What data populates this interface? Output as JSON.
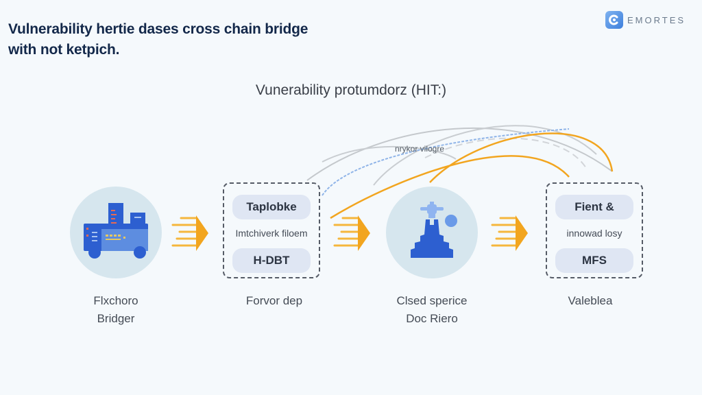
{
  "header": {
    "headline_line1": "Vulnerability hertie dases cross chain bridge",
    "headline_line2": "with not ketpich.",
    "brand_name": "EMORTES",
    "brand_icon": "c-logo-icon"
  },
  "diagram": {
    "title": "Vunerability protumdorz (HIT:)",
    "links_label": "nrykor vilogre",
    "nodes": [
      {
        "type": "icon-circle",
        "icon": "truck-icon",
        "label_line1": "Flxchoro",
        "label_line2": "Bridger"
      },
      {
        "type": "dashed-box",
        "top_pill": "Taplobke",
        "middle_text": "Imtchiverk filoem",
        "bottom_pill": "H-DBT",
        "label_line1": "Forvor dep",
        "label_line2": ""
      },
      {
        "type": "icon-circle",
        "icon": "tower-drone-icon",
        "label_line1": "Clsed sperice",
        "label_line2": "Doc Riero"
      },
      {
        "type": "dashed-box",
        "top_pill": "Fient &",
        "middle_text": "innowad losy",
        "bottom_pill": "MFS",
        "label_line1": "Valeblea",
        "label_line2": ""
      }
    ],
    "connectors": [
      "right-arrow-icon",
      "right-arrow-icon",
      "right-arrow-icon"
    ],
    "colors": {
      "accent_orange": "#f2a51f",
      "accent_blue": "#2d5fd0",
      "link_gray": "#c4c8cc",
      "link_blue": "#8fb4e8"
    }
  }
}
